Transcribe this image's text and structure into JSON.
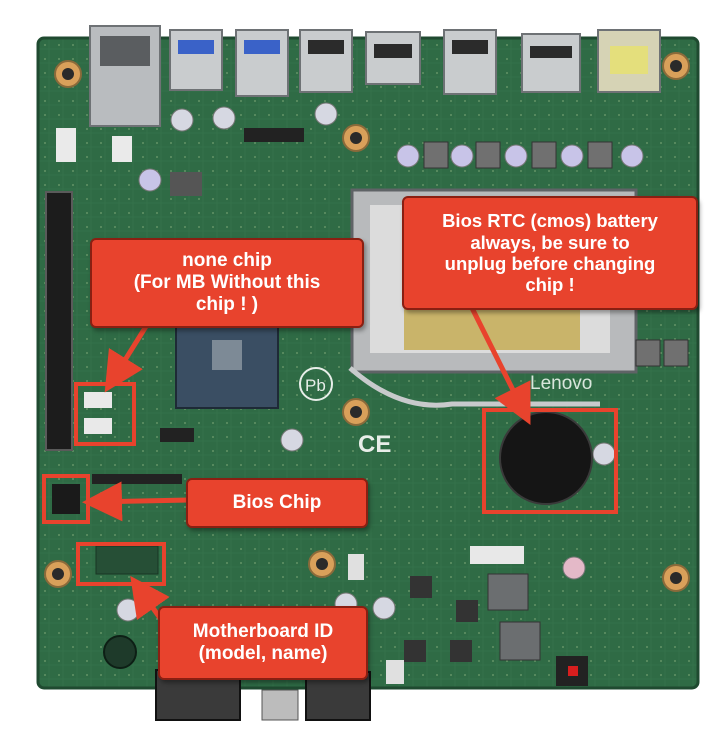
{
  "brand": {
    "logo_text": "Lenovo",
    "ce_mark": "CE",
    "pb_mark": "Pb"
  },
  "callouts": {
    "none_chip": {
      "line1": "none chip",
      "line2": "(For MB Without this",
      "line3": "chip ! )"
    },
    "bios_chip": {
      "line1": "Bios Chip"
    },
    "motherboard_id": {
      "line1": "Motherboard ID",
      "line2": "(model, name)"
    },
    "rtc_battery": {
      "line1": "Bios RTC (cmos) battery",
      "line2": "always, be sure to",
      "line3": "unplug before changing",
      "line4": "chip !"
    }
  },
  "colors": {
    "pcb": "#2f6b45",
    "pcb_dark": "#1f4a30",
    "callout_fill": "#e8432d",
    "callout_border": "#8a1f12",
    "highlight_box": "#e8432d",
    "arrow": "#e8432d"
  }
}
